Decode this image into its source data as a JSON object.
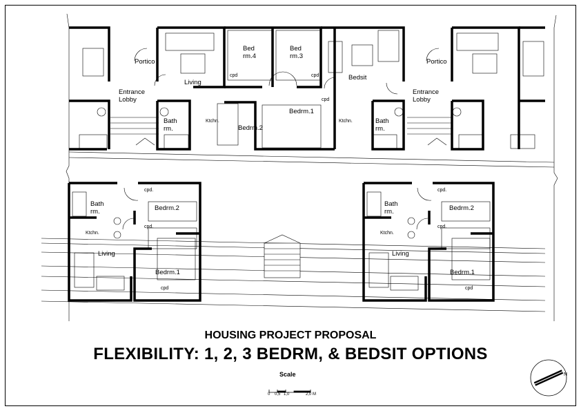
{
  "rooms": {
    "left_portico": "Portico",
    "left_entrance": "Entrance\nLobby",
    "left_living": "Living",
    "bed4": "Bed\nrm.4",
    "bed3": "Bed\nrm.3",
    "bedsit": "Bedsit",
    "right_portico": "Portico",
    "right_entrance": "Entrance\nLobby",
    "bath_upper_left": "Bath\nrm.",
    "kitchen_upper_left": "Ktchn.",
    "bedrm2_upper": "Bedrm.2",
    "bedrm1_upper": "Bedrm.1",
    "kitchen_upper_right": "Ktchn.",
    "bath_upper_right": "Bath\nrm.",
    "cpd_label": "cpd",
    "cpd_abbrev": "cpd.",
    "lower_left": {
      "bath": "Bath\nrm.",
      "bedrm2": "Bedrm.2",
      "kitchen": "Ktchn.",
      "living": "Living",
      "bedrm1": "Bedrm.1"
    },
    "lower_right": {
      "bath": "Bath\nrm.",
      "bedrm2": "Bedrm.2",
      "kitchen": "Ktchn.",
      "living": "Living",
      "bedrm1": "Bedrm.1"
    }
  },
  "title_block": {
    "project": "HOUSING PROJECT PROPOSAL",
    "title": "FLEXIBILITY: 1, 2, 3 BEDRM, & BEDSIT OPTIONS",
    "scale_label": "Scale",
    "scale_ticks": [
      "0",
      "0,5",
      "1,0",
      "2,0 M"
    ],
    "north": "N"
  }
}
